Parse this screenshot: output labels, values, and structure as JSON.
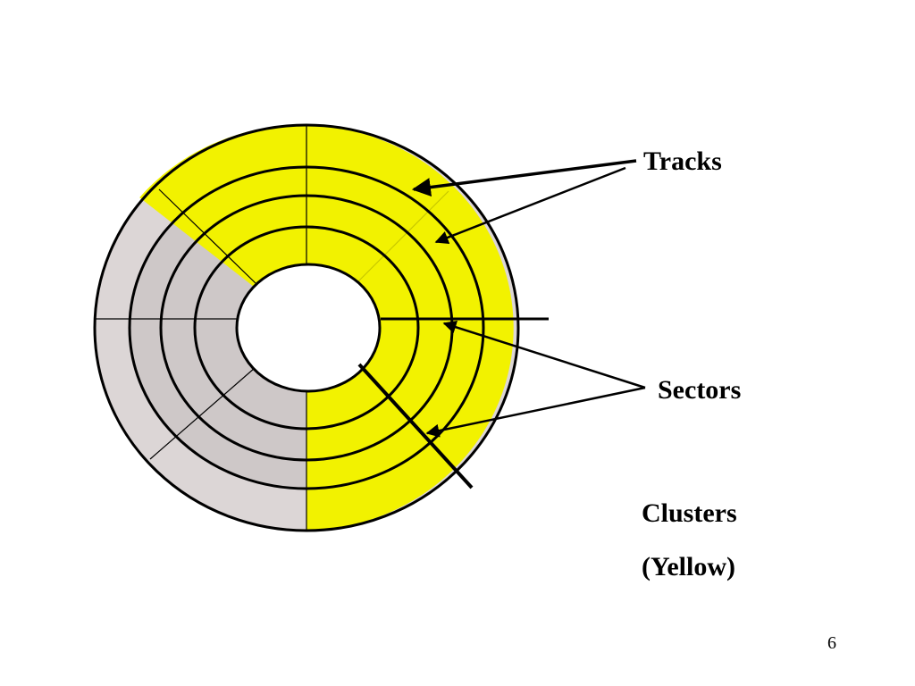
{
  "labels": {
    "tracks": "Tracks",
    "sectors": "Sectors",
    "clusters": "Clusters",
    "clusters_note": "(Yellow)"
  },
  "page_number": "6",
  "colors": {
    "cluster": "#F2F200",
    "outer_gray": "#DCD6D6",
    "inner_gray": "#CEC8C8",
    "line": "#000000",
    "hole": "#FFFFFF"
  }
}
